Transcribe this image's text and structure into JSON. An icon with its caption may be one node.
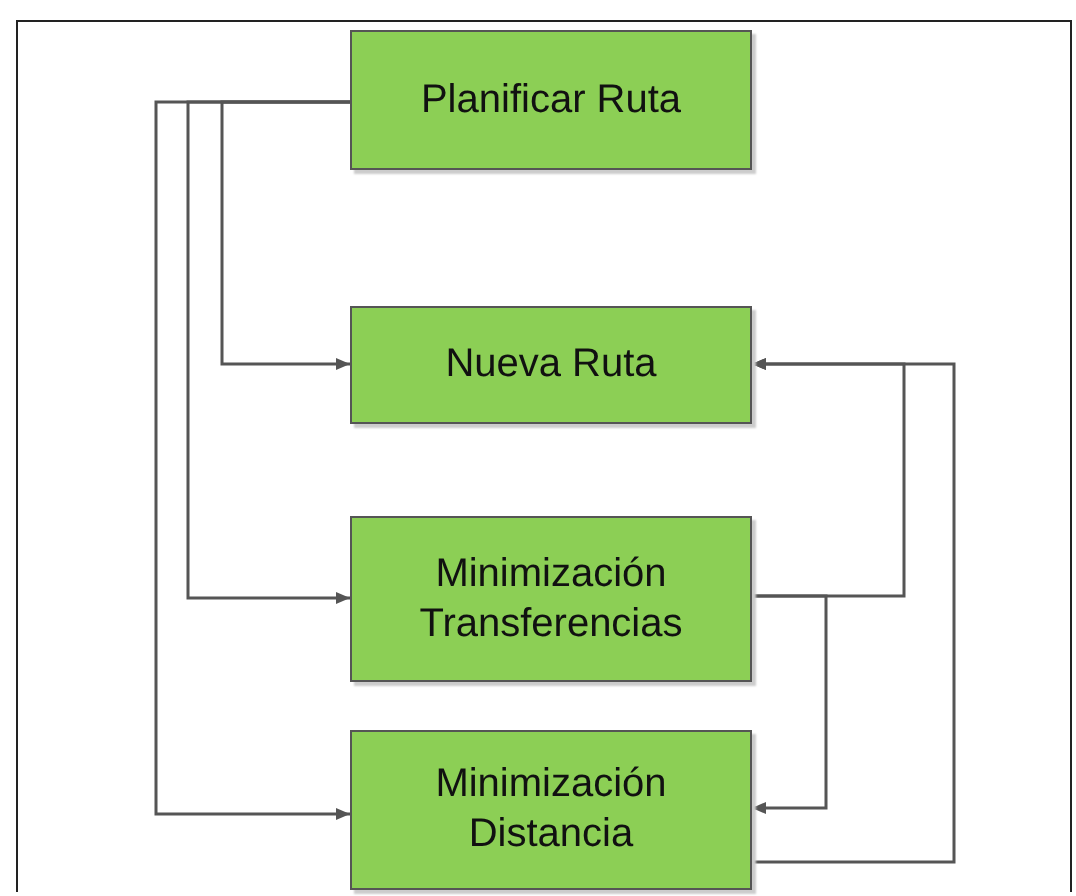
{
  "diagram": {
    "nodes": [
      {
        "text": [
          "Planificar Ruta"
        ]
      },
      {
        "text": [
          "Nueva Ruta"
        ]
      },
      {
        "text": [
          "Minimización Transferencias"
        ]
      },
      {
        "text": [
          "Minimización Distancia"
        ]
      }
    ],
    "edges": [
      {
        "from": 0,
        "to": 1,
        "arrow": "to"
      },
      {
        "from": 0,
        "to": 2,
        "arrow": "to"
      },
      {
        "from": 0,
        "to": 3,
        "arrow": "to"
      },
      {
        "from": 2,
        "to": 1,
        "arrow": "to"
      },
      {
        "from": 2,
        "to": 3,
        "arrow": "to"
      },
      {
        "from": 3,
        "to": 1,
        "arrow": "to"
      }
    ]
  }
}
